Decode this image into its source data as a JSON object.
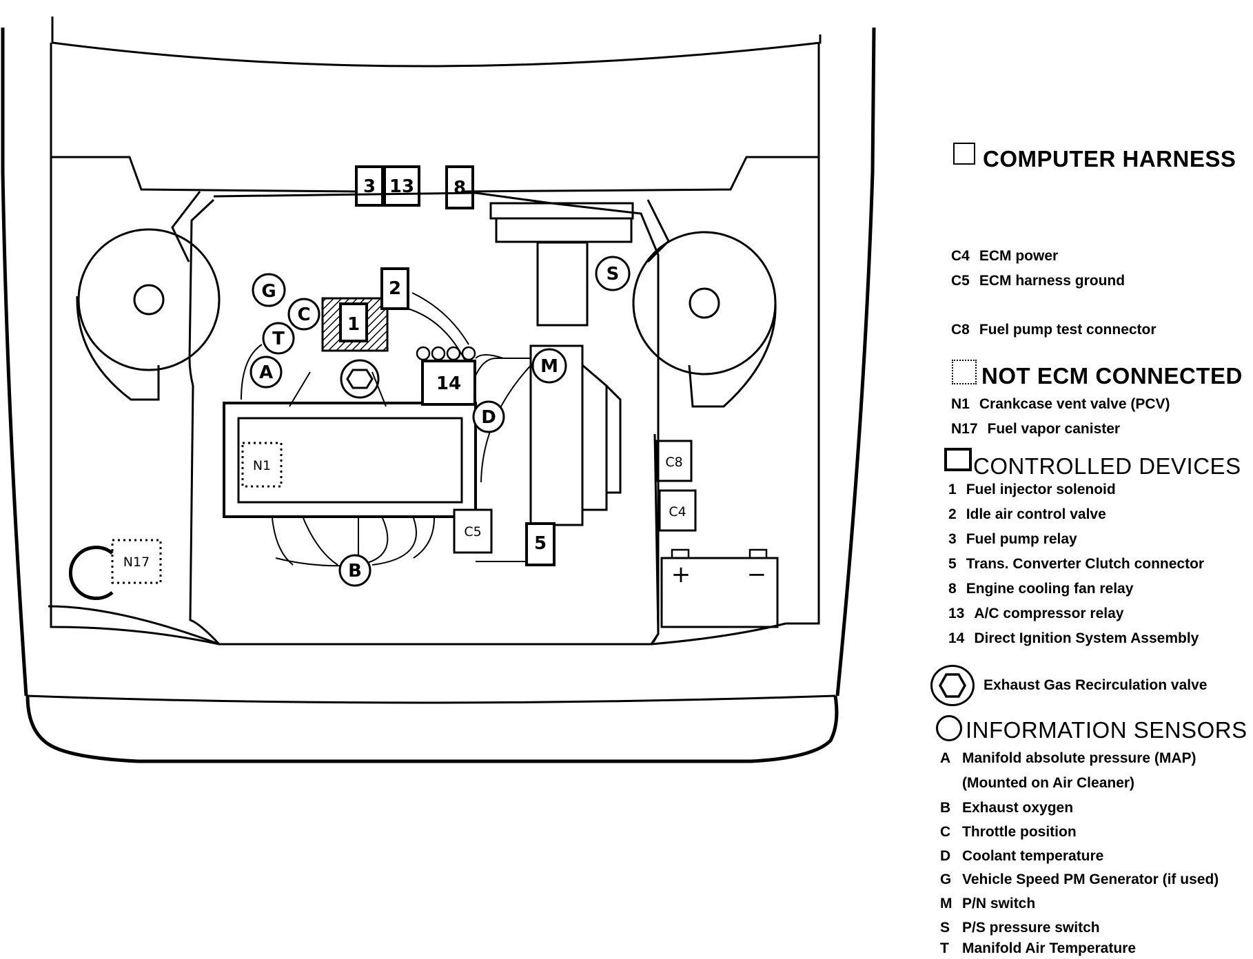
{
  "diagram": {
    "parts": {
      "relay_3": "3",
      "relay_13": "13",
      "relay_8": "8",
      "valve_2": "2",
      "injector_1": "1",
      "dis_14": "14",
      "tcc_5": "5",
      "c8": "C8",
      "c4": "C4",
      "c5": "C5",
      "n1": "N1",
      "n17": "N17",
      "sensor_g": "G",
      "sensor_c": "C",
      "sensor_t": "T",
      "sensor_a": "A",
      "sensor_b": "B",
      "sensor_d": "D",
      "sensor_m": "M",
      "sensor_s": "S",
      "battery_plus": "+",
      "battery_minus": "−"
    }
  },
  "legend": {
    "computer_harness": {
      "title": "COMPUTER HARNESS",
      "items": [
        {
          "code": "C4",
          "desc": "ECM power"
        },
        {
          "code": "C5",
          "desc": "ECM harness ground"
        },
        {
          "code": "C8",
          "desc": "Fuel pump test connector"
        }
      ]
    },
    "not_ecm_connected": {
      "title": "NOT ECM CONNECTED",
      "items": [
        {
          "code": "N1",
          "desc": "Crankcase vent valve (PCV)"
        },
        {
          "code": "N17",
          "desc": "Fuel vapor canister"
        }
      ]
    },
    "controlled_devices": {
      "title": "CONTROLLED DEVICES",
      "items": [
        {
          "code": "1",
          "desc": "Fuel injector solenoid"
        },
        {
          "code": "2",
          "desc": "Idle air control valve"
        },
        {
          "code": "3",
          "desc": "Fuel pump relay"
        },
        {
          "code": "5",
          "desc": "Trans. Converter Clutch  connector"
        },
        {
          "code": "8",
          "desc": "Engine cooling fan relay"
        },
        {
          "code": "13",
          "desc": "A/C compressor relay"
        },
        {
          "code": "14",
          "desc": "Direct Ignition System Assembly"
        }
      ]
    },
    "egr": {
      "desc": "Exhaust Gas Recirculation valve"
    },
    "information_sensors": {
      "title": "INFORMATION SENSORS",
      "items": [
        {
          "code": "A",
          "desc": "Manifold absolute pressure  (MAP)"
        },
        {
          "code": "",
          "desc": "(Mounted on Air Cleaner)"
        },
        {
          "code": "B",
          "desc": "Exhaust oxygen"
        },
        {
          "code": "C",
          "desc": "Throttle position"
        },
        {
          "code": "D",
          "desc": "Coolant temperature"
        },
        {
          "code": "G",
          "desc": "Vehicle Speed PM Generator (if used)"
        },
        {
          "code": "M",
          "desc": "P/N switch"
        },
        {
          "code": "S",
          "desc": "P/S pressure switch"
        },
        {
          "code": "T",
          "desc": "Manifold Air Temperature"
        }
      ]
    }
  }
}
